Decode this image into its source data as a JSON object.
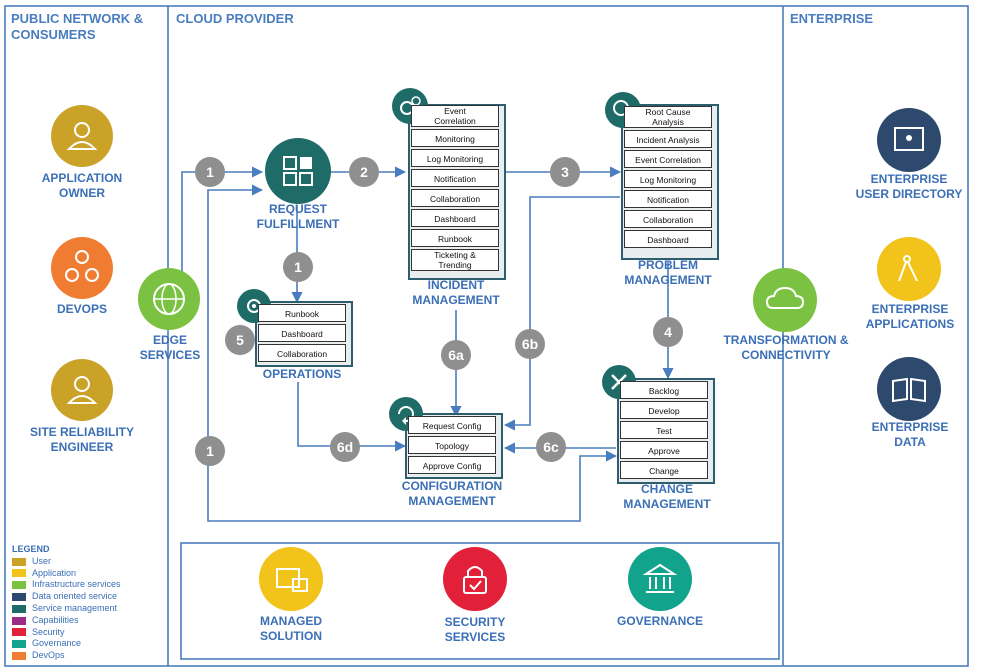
{
  "regions": {
    "public": "PUBLIC NETWORK &\nCONSUMERS",
    "cloud": "CLOUD PROVIDER",
    "enterprise": "ENTERPRISE"
  },
  "nodes": {
    "application_owner": "APPLICATION\nOWNER",
    "devops": "DEVOPS",
    "site_reliability_engineer": "SITE RELIABILITY\nENGINEER",
    "edge_services": "EDGE\nSERVICES",
    "request_fulfillment": "REQUEST\nFULFILLMENT",
    "operations": "OPERATIONS",
    "incident_management": "INCIDENT\nMANAGEMENT",
    "problem_management": "PROBLEM\nMANAGEMENT",
    "configuration_management": "CONFIGURATION\nMANAGEMENT",
    "change_management": "CHANGE\nMANAGEMENT",
    "transformation_connectivity": "TRANSFORMATION &\nCONNECTIVITY",
    "enterprise_user_directory": "ENTERPRISE\nUSER DIRECTORY",
    "enterprise_applications": "ENTERPRISE\nAPPLICATIONS",
    "enterprise_data": "ENTERPRISE\nDATA",
    "managed_solution": "MANAGED\nSOLUTION",
    "security_services": "SECURITY\nSERVICES",
    "governance": "GOVERNANCE"
  },
  "incident_items": [
    "Event\nCorrelation",
    "Monitoring",
    "Log Monitoring",
    "Notification",
    "Collaboration",
    "Dashboard",
    "Runbook",
    "Ticketing &\nTrending"
  ],
  "problem_items": [
    "Root Cause\nAnalysis",
    "Incident Analysis",
    "Event Correlation",
    "Log Monitoring",
    "Notification",
    "Collaboration",
    "Dashboard"
  ],
  "operations_items": [
    "Runbook",
    "Dashboard",
    "Collaboration"
  ],
  "config_items": [
    "Request Config",
    "Topology",
    "Approve Config"
  ],
  "change_items": [
    "Backlog",
    "Develop",
    "Test",
    "Approve",
    "Change"
  ],
  "steps": {
    "s1a": "1",
    "s1b": "1",
    "s1c": "1",
    "s2": "2",
    "s3": "3",
    "s4": "4",
    "s5": "5",
    "s6a": "6a",
    "s6b": "6b",
    "s6c": "6c",
    "s6d": "6d"
  },
  "legend": {
    "title": "LEGEND",
    "items": [
      {
        "label": "User",
        "color": "#c9a227"
      },
      {
        "label": "Application",
        "color": "#f2c31a"
      },
      {
        "label": "Infrastructure services",
        "color": "#7cc242"
      },
      {
        "label": "Data oriented service",
        "color": "#2d4a6e"
      },
      {
        "label": "Service management",
        "color": "#1e6b68"
      },
      {
        "label": "Capabilities",
        "color": "#9b2b84"
      },
      {
        "label": "Security",
        "color": "#e3203a"
      },
      {
        "label": "Governance",
        "color": "#11a38b"
      },
      {
        "label": "DevOps",
        "color": "#f07c32"
      }
    ]
  },
  "colors": {
    "user": "#c9a227",
    "devops": "#f07c32",
    "infra": "#7cc242",
    "service_mgmt": "#1e6b68",
    "data": "#2d4a6e",
    "application": "#f2c31a",
    "security": "#e3203a",
    "governance": "#11a38b",
    "border": "#4a7dbf",
    "step": "#8f8f8f"
  }
}
